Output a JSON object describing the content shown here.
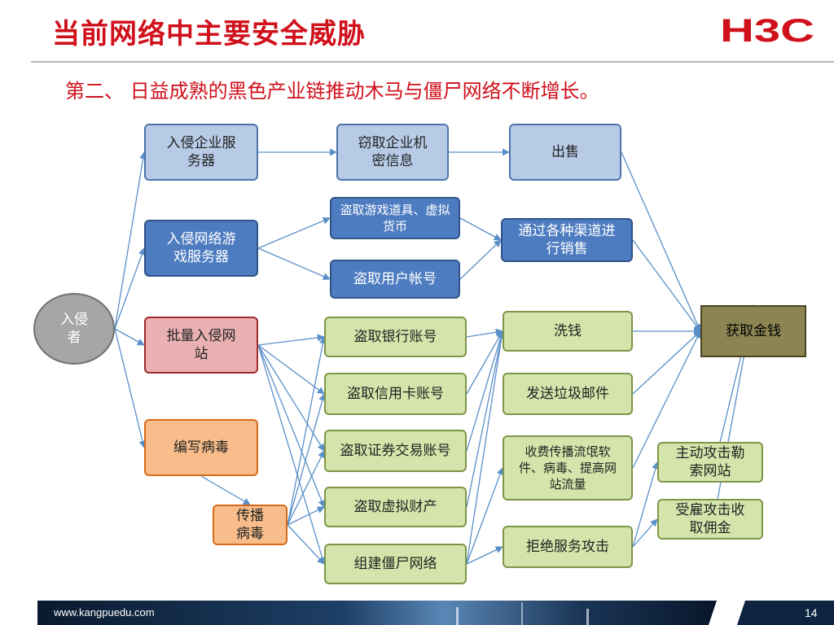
{
  "title": "当前网络中主要安全威胁",
  "logo": "H3C",
  "subtitle": "第二、 日益成熟的黑色产业链推动木马与僵尸网络不断增长。",
  "nodes": {
    "attacker": "入侵者",
    "invade_enterprise": "入侵企业服务器",
    "steal_secrets": "窃取企业机密信息",
    "sell": "出售",
    "invade_game": "入侵网络游戏服务器",
    "steal_game_items": "盗取游戏道具、虚拟货币",
    "steal_user_account": "盗取用户帐号",
    "sell_channels": "通过各种渠道进行销售",
    "mass_invade": "批量入侵网站",
    "steal_bank": "盗取银行账号",
    "steal_credit": "盗取信用卡账号",
    "steal_securities": "盗取证券交易账号",
    "steal_virtual": "盗取虚拟财产",
    "build_botnet": "组建僵尸网络",
    "write_virus": "编写病毒",
    "spread_virus": "传播病毒",
    "launder": "洗钱",
    "spam": "发送垃圾邮件",
    "paid_spread": "收费传播流氓软件、病毒、提高网站流量",
    "ddos": "拒绝服务攻击",
    "extort": "主动攻击勒索网站",
    "hired_attack": "受雇攻击收取佣金",
    "get_money": "获取金钱"
  },
  "edges": [
    [
      "attacker",
      "invade_enterprise"
    ],
    [
      "attacker",
      "invade_game"
    ],
    [
      "attacker",
      "mass_invade"
    ],
    [
      "attacker",
      "write_virus"
    ],
    [
      "invade_enterprise",
      "steal_secrets"
    ],
    [
      "steal_secrets",
      "sell"
    ],
    [
      "sell",
      "get_money"
    ],
    [
      "invade_game",
      "steal_game_items"
    ],
    [
      "invade_game",
      "steal_user_account"
    ],
    [
      "steal_game_items",
      "sell_channels"
    ],
    [
      "steal_user_account",
      "sell_channels"
    ],
    [
      "sell_channels",
      "get_money"
    ],
    [
      "mass_invade",
      "steal_bank"
    ],
    [
      "mass_invade",
      "steal_credit"
    ],
    [
      "mass_invade",
      "steal_securities"
    ],
    [
      "mass_invade",
      "steal_virtual"
    ],
    [
      "mass_invade",
      "build_botnet"
    ],
    [
      "write_virus",
      "spread_virus"
    ],
    [
      "spread_virus",
      "steal_bank"
    ],
    [
      "spread_virus",
      "steal_credit"
    ],
    [
      "spread_virus",
      "steal_securities"
    ],
    [
      "spread_virus",
      "steal_virtual"
    ],
    [
      "spread_virus",
      "build_botnet"
    ],
    [
      "steal_bank",
      "launder"
    ],
    [
      "steal_credit",
      "launder"
    ],
    [
      "steal_securities",
      "launder"
    ],
    [
      "steal_virtual",
      "launder"
    ],
    [
      "build_botnet",
      "launder"
    ],
    [
      "build_botnet",
      "paid_spread"
    ],
    [
      "build_botnet",
      "ddos"
    ],
    [
      "launder",
      "get_money"
    ],
    [
      "spam",
      "get_money"
    ],
    [
      "paid_spread",
      "get_money"
    ],
    [
      "ddos",
      "extort"
    ],
    [
      "ddos",
      "hired_attack"
    ],
    [
      "extort",
      "get_money"
    ],
    [
      "hired_attack",
      "get_money"
    ]
  ],
  "footer": {
    "url": "www.kangpuedu.com",
    "page": "14"
  },
  "colors": {
    "title": "#d0101b",
    "connector": "#5b8fc8"
  }
}
